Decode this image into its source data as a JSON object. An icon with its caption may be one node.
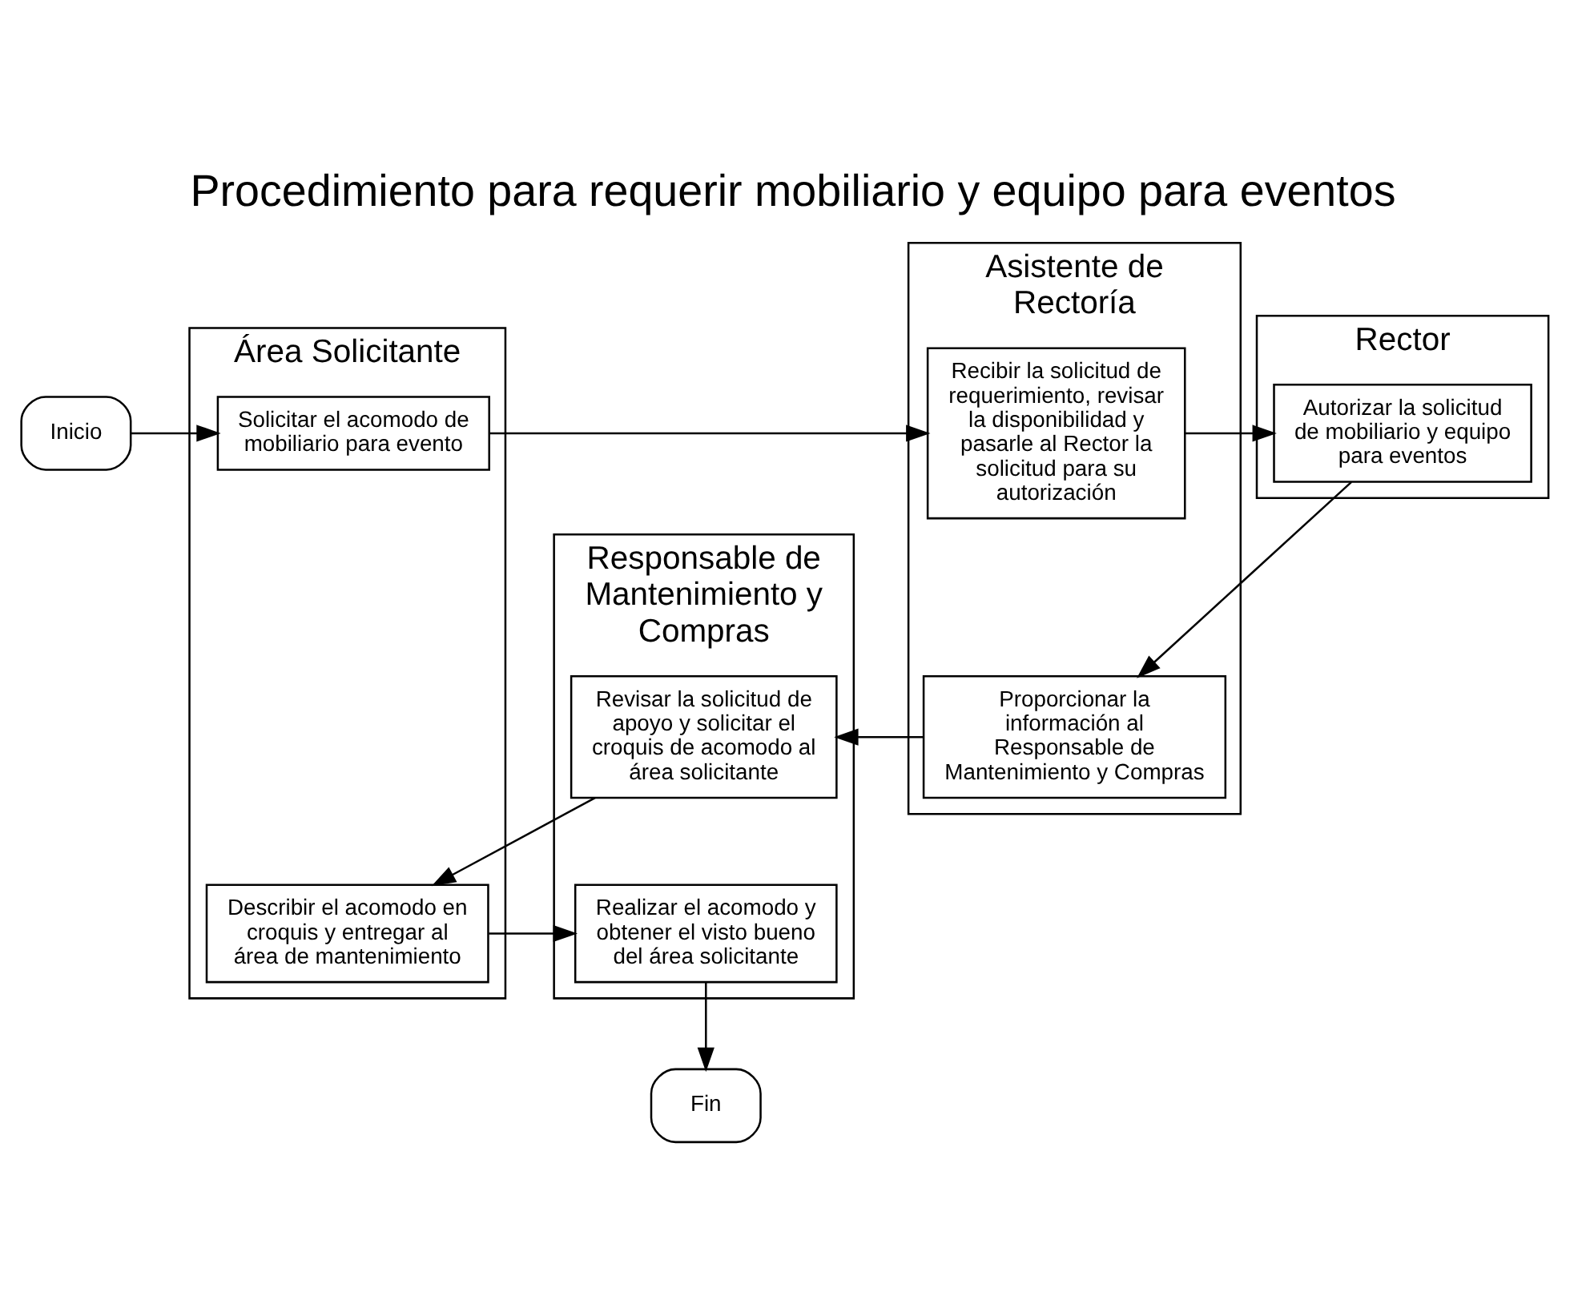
{
  "diagram": {
    "title": "Procedimiento para requerir mobiliario y equipo para eventos",
    "nodes": [
      {
        "text": [
          "Inicio"
        ]
      },
      {
        "text": [
          "Área Solicitante"
        ]
      },
      {
        "text": [
          "Asistente de Rectoría"
        ]
      },
      {
        "text": [
          "Rector"
        ]
      },
      {
        "text": [
          "Responsable de Mantenimiento y Compras"
        ]
      },
      {
        "text": [
          "Solicitar el acomodo de mobiliario para evento"
        ],
        "in": 1
      },
      {
        "text": [
          "Recibir la solicitud de requerimiento, revisar la disponibilidad y pasarle al Rector la solicitud para su autorización"
        ],
        "in": 2
      },
      {
        "text": [
          "Autorizar la solicitud de mobiliario y equipo para eventos"
        ],
        "in": 3
      },
      {
        "text": [
          "Proporcionar la información al Responsable de Mantenimiento y Compras"
        ],
        "in": 2
      },
      {
        "text": [
          "Revisar la solicitud de apoyo y solicitar el croquis de acomodo al área solicitante"
        ],
        "in": 4
      },
      {
        "text": [
          "Describir el acomodo en croquis y entregar al área de mantenimiento"
        ],
        "in": 1
      },
      {
        "text": [
          "Realizar el acomodo y obtener el visto bueno del área solicitante"
        ],
        "in": 4
      },
      {
        "text": [
          "Fin"
        ]
      }
    ],
    "edges": [
      {
        "from": 0,
        "to": 5,
        "arrow": "to"
      },
      {
        "from": 5,
        "to": 6,
        "arrow": "to"
      },
      {
        "from": 6,
        "to": 7,
        "arrow": "to"
      },
      {
        "from": 7,
        "to": 8,
        "arrow": "to"
      },
      {
        "from": 8,
        "to": 9,
        "arrow": "to"
      },
      {
        "from": 9,
        "to": 10,
        "arrow": "to"
      },
      {
        "from": 10,
        "to": 11,
        "arrow": "to"
      },
      {
        "from": 11,
        "to": 12,
        "arrow": "to"
      }
    ]
  }
}
